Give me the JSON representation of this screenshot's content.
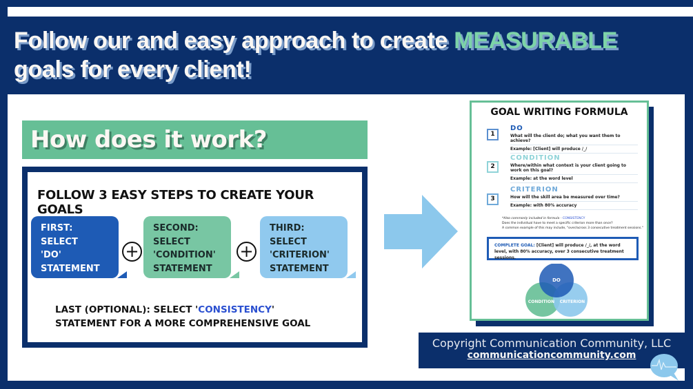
{
  "header": {
    "title_part1": "Follow our and easy approach to create ",
    "title_highlight": "MEASURABLE",
    "title_part2": "goals for every client!"
  },
  "left": {
    "banner": "How does it work?",
    "heading": "FOLLOW 3 EASY STEPS TO CREATE YOUR GOALS",
    "steps": [
      {
        "lines": [
          "FIRST:",
          "SELECT",
          "'DO'",
          "STATEMENT"
        ]
      },
      {
        "lines": [
          "SECOND:",
          "SELECT",
          "'CONDITION'",
          "STATEMENT"
        ]
      },
      {
        "lines": [
          "THIRD:",
          "SELECT",
          "'CRITERION'",
          "STATEMENT"
        ]
      }
    ],
    "plus": "+",
    "last_pre": "LAST (OPTIONAL): SELECT '",
    "last_highlight": "CONSISTENCY",
    "last_post": "' STATEMENT FOR A MORE COMPREHENSIVE GOAL"
  },
  "formula": {
    "title": "GOAL WRITING FORMULA",
    "sections": [
      {
        "num": "1",
        "name": "DO",
        "q": "What will the client do; what you want them to achieve?",
        "ex": "Example: [Client] will produce /_/",
        "color": "#1e5bb5"
      },
      {
        "num": "2",
        "name": "CONDITION",
        "q": "Where/within what context is your client going to work on this goal?",
        "ex": "Example: at the word level",
        "color": "#8fd3d8"
      },
      {
        "num": "3",
        "name": "CRITERION",
        "q": "How will the skill area be measured over time?",
        "ex": "Example: with 80% accuracy",
        "color": "#6fa9d9"
      }
    ],
    "note_pre": "*Also commonly included in formula - ",
    "note_highlight": "CONSISTENCY",
    "note_line2": "Does the individual have to meet a specific criterion more than once?",
    "note_line3": "A common example of this may include, \"over/across 3 consecutive treatment sessions.\"",
    "complete_label": "COMPLETE GOAL:",
    "complete_text": " [Client] will produce /_/, at the word level, with 80% accuracy, over 3 consecutive treatment sessions.",
    "venn": [
      "DO",
      "CONDITION",
      "CRITERION"
    ]
  },
  "footer": {
    "copyright": "Copyright Communication Community, LLC",
    "url": "communicationcommunity.com"
  }
}
